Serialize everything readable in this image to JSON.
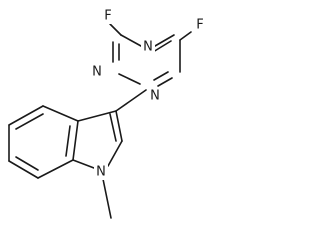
{
  "molecule": {
    "atom_labels": {
      "F_left": "F",
      "F_right": "F",
      "N_top": "N",
      "N_left": "N",
      "N_right": "N",
      "N_indole": "N"
    }
  }
}
